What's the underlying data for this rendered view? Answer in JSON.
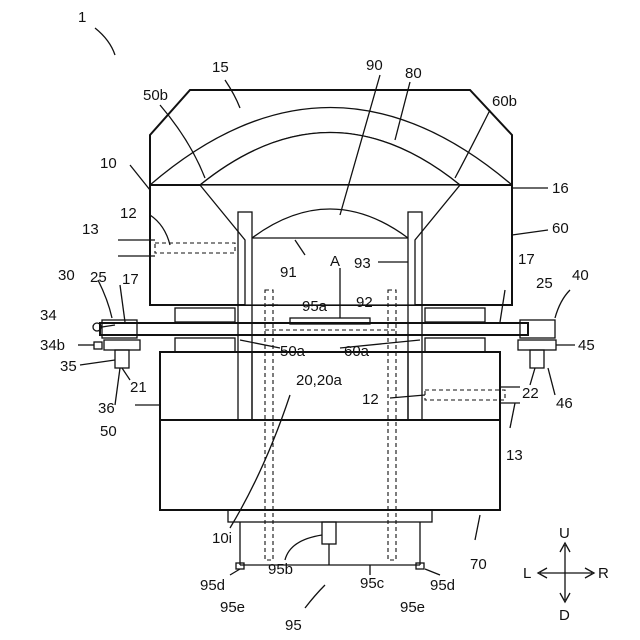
{
  "figure": {
    "labels": {
      "fig_ref": "1",
      "l15": "15",
      "l90": "90",
      "l80": "80",
      "l50b": "50b",
      "l60b": "60b",
      "l10": "10",
      "l16": "16",
      "l12_top": "12",
      "l13_top": "13",
      "l60": "60",
      "l91": "91",
      "lA": "A",
      "l93": "93",
      "l17_left": "17",
      "l17_right": "17",
      "l30": "30",
      "l25_left": "25",
      "l25_right": "25",
      "l40": "40",
      "l95a": "95a",
      "l92": "92",
      "l34": "34",
      "l34b": "34b",
      "l50a": "50a",
      "l60a": "60a",
      "l45": "45",
      "l35": "35",
      "l20": "20,20a",
      "l21": "21",
      "l22": "22",
      "l46": "46",
      "l36": "36",
      "l12_bot": "12",
      "l50": "50",
      "l13_bot": "13",
      "l10i": "10i",
      "l95b": "95b",
      "l70": "70",
      "l95d_left": "95d",
      "l95d_right": "95d",
      "l95c": "95c",
      "l95e_left": "95e",
      "l95e_right": "95e",
      "l95": "95"
    },
    "compass": {
      "up": "U",
      "down": "D",
      "left": "L",
      "right": "R"
    }
  }
}
